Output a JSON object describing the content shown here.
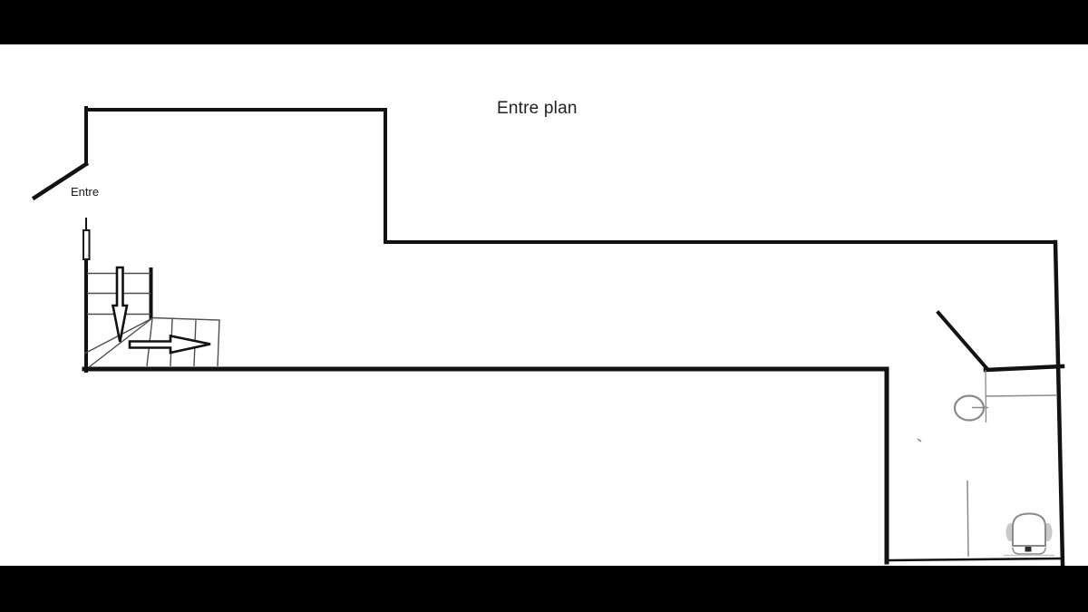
{
  "labels": {
    "plan_title": "Entre plan",
    "entry": "Entre"
  },
  "colors": {
    "background": "#ffffff",
    "letterbox": "#000000",
    "wall": "#121212",
    "stair_line": "#4f4f4f",
    "fixture": "#8a8a8a",
    "fixture_pad": "#c9c9c9",
    "text": "#1f1f1f"
  },
  "fixtures": [
    {
      "name": "entry-door",
      "type": "door-swing",
      "label": "Entre"
    },
    {
      "name": "staircase",
      "type": "stairs-with-winders"
    },
    {
      "name": "bathroom-door",
      "type": "door-swing"
    },
    {
      "name": "sink",
      "type": "washbasin"
    },
    {
      "name": "toilet",
      "type": "toilet"
    }
  ],
  "annotations": {
    "down_arrow": "stairs-direction-down",
    "right_arrow": "stairs-direction-right"
  }
}
